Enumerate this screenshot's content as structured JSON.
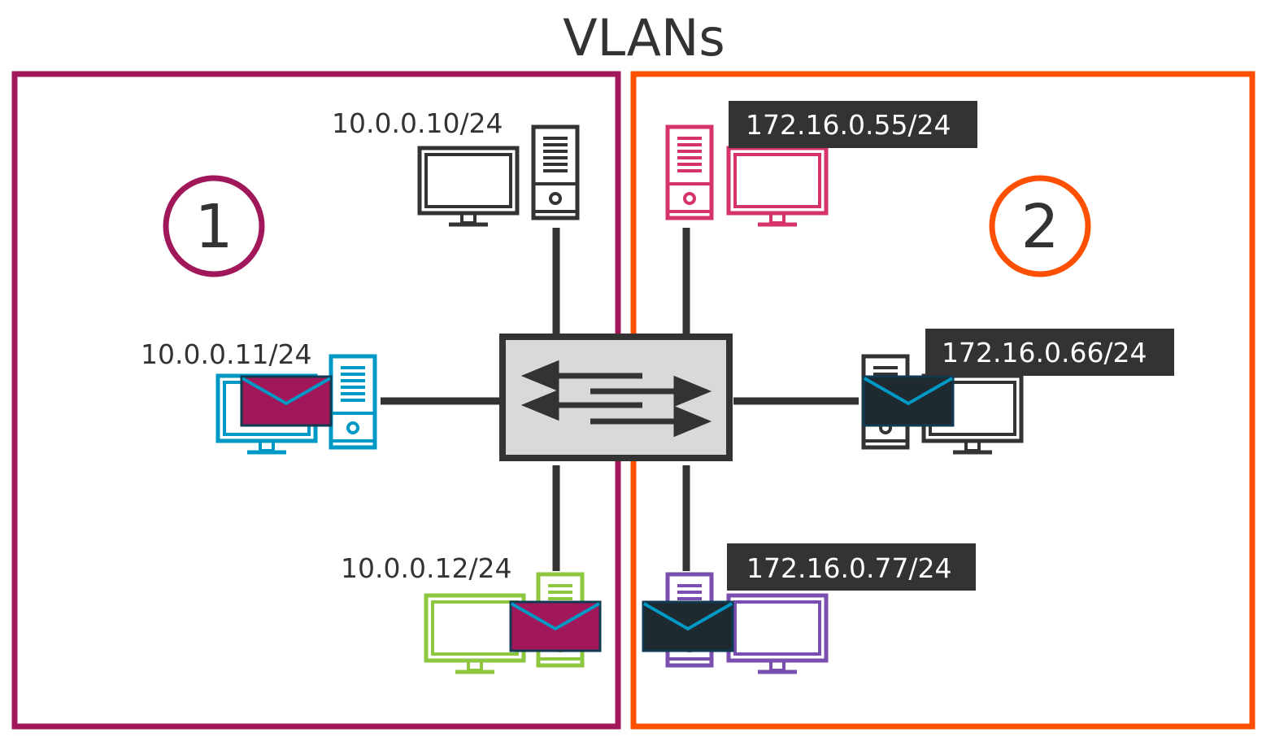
{
  "title": "VLANs",
  "colors": {
    "vlan1": "#a0175a",
    "vlan2": "#ff4f00",
    "dark": "#333333",
    "switch_fill": "#d9d9d9",
    "label_bg": "#333333",
    "cyan": "#0099c6",
    "green": "#8dc63f",
    "pink": "#d6336c",
    "purple": "#7b4fb0",
    "envelope_red": "#a0175a",
    "envelope_dark": "#1e2a30"
  },
  "vlans": [
    {
      "number": "1",
      "color": "#a0175a"
    },
    {
      "number": "2",
      "color": "#ff4f00"
    }
  ],
  "hosts": {
    "h1": {
      "ip": "10.0.0.10/24",
      "color": "#333333",
      "icon": "desktop-computer-icon"
    },
    "h2": {
      "ip": "10.0.0.11/24",
      "color": "#0099c6",
      "icon": "desktop-computer-icon"
    },
    "h3": {
      "ip": "10.0.0.12/24",
      "color": "#8dc63f",
      "icon": "desktop-computer-icon"
    },
    "h4": {
      "ip": "172.16.0.55/24",
      "color": "#d6336c",
      "icon": "desktop-computer-icon"
    },
    "h5": {
      "ip": "172.16.0.66/24",
      "color": "#333333",
      "icon": "desktop-computer-icon"
    },
    "h6": {
      "ip": "172.16.0.77/24",
      "color": "#7b4fb0",
      "icon": "desktop-computer-icon"
    }
  },
  "switch": {
    "icon": "network-switch-icon"
  },
  "envelopes": {
    "icon": "envelope-icon"
  }
}
